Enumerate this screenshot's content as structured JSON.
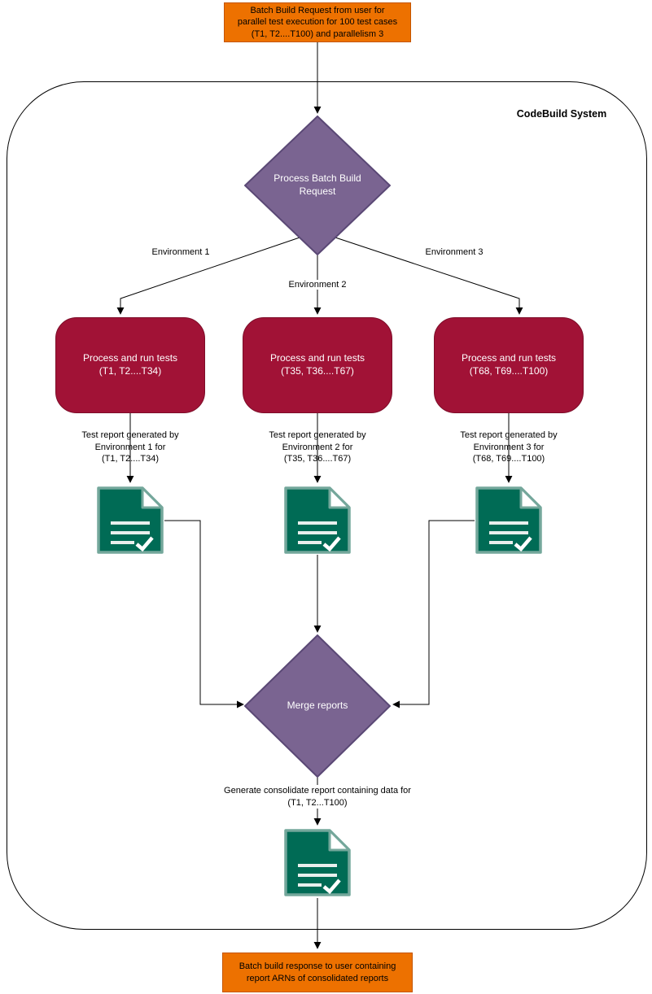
{
  "system": {
    "label": "CodeBuild System"
  },
  "request_box": {
    "text": "Batch Build Request from user for\nparallel test execution for 100 test cases\n(T1, T2....T100) and parallelism 3"
  },
  "diamonds": {
    "process": {
      "label": "Process Batch Build\nRequest"
    },
    "merge": {
      "label": "Merge reports"
    }
  },
  "branches": [
    {
      "env_label": "Environment 1",
      "box_text": "Process and run tests\n(T1, T2....T34)",
      "report_caption": "Test report generated by\nEnvironment 1 for\n(T1, T2....T34)"
    },
    {
      "env_label": "Environment 2",
      "box_text": "Process and run tests\n(T35, T36....T67)",
      "report_caption": "Test report generated by\nEnvironment 2 for\n(T35, T36....T67)"
    },
    {
      "env_label": "Environment 3",
      "box_text": "Process and run tests\n(T68, T69....T100)",
      "report_caption": "Test report generated by\nEnvironment 3 for\n(T68, T69....T100)"
    }
  ],
  "merge_caption": {
    "text": "Generate consolidate report containing data for\n(T1, T2...T100)"
  },
  "response_box": {
    "text": "Batch build response to user containing\nreport ARNs of consolidated reports"
  },
  "icons": {
    "report_document": "report-document-icon"
  },
  "colors": {
    "orange_fill": "#ED7100",
    "orange_stroke": "#C45500",
    "purple_fill": "#7A6491",
    "purple_stroke": "#5A4875",
    "red_fill": "#A11236",
    "red_stroke": "#7D0D29",
    "green_fill": "#006B55",
    "green_stroke": "#74A79B",
    "connector": "#000000"
  }
}
